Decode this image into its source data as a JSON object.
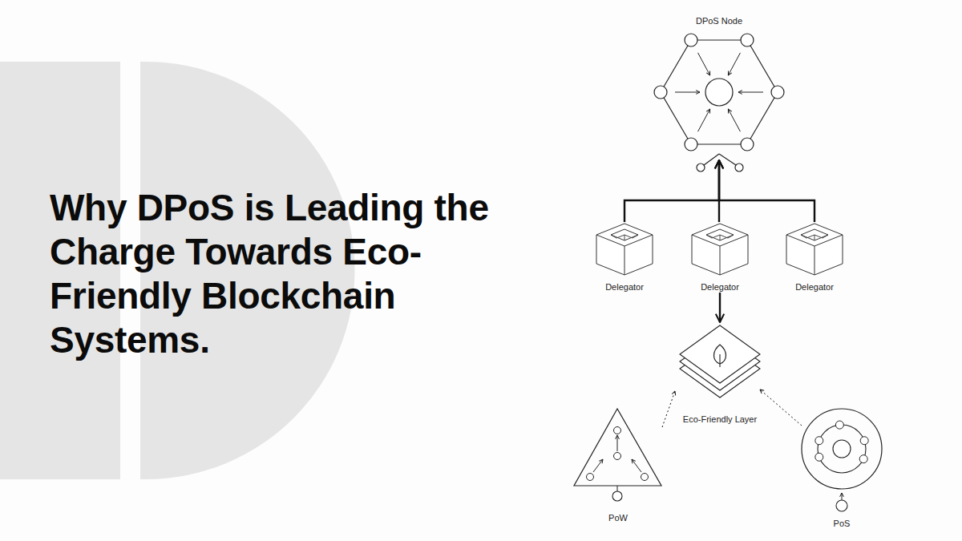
{
  "diagram": {
    "title": "Why DPoS is Leading the Charge Towards Eco-Friendly Blockchain Systems.",
    "nodes": [
      {
        "text": [
          "DPoS Node"
        ]
      },
      {
        "text": [
          "Delegator"
        ]
      },
      {
        "text": [
          "Delegator"
        ]
      },
      {
        "text": [
          "Delegator"
        ]
      },
      {
        "text": [
          "Eco-Friendly Layer"
        ]
      },
      {
        "text": [
          "PoW"
        ]
      },
      {
        "text": [
          "PoS"
        ]
      }
    ],
    "edges": [
      {
        "from": 1,
        "to": 0,
        "arrow": "to"
      },
      {
        "from": 2,
        "to": 0,
        "arrow": "to"
      },
      {
        "from": 3,
        "to": 0,
        "arrow": "to"
      },
      {
        "from": 2,
        "to": 4,
        "arrow": "to"
      },
      {
        "from": 5,
        "to": 4,
        "arrow": "to"
      },
      {
        "from": 6,
        "to": 4,
        "arrow": "to"
      }
    ]
  }
}
